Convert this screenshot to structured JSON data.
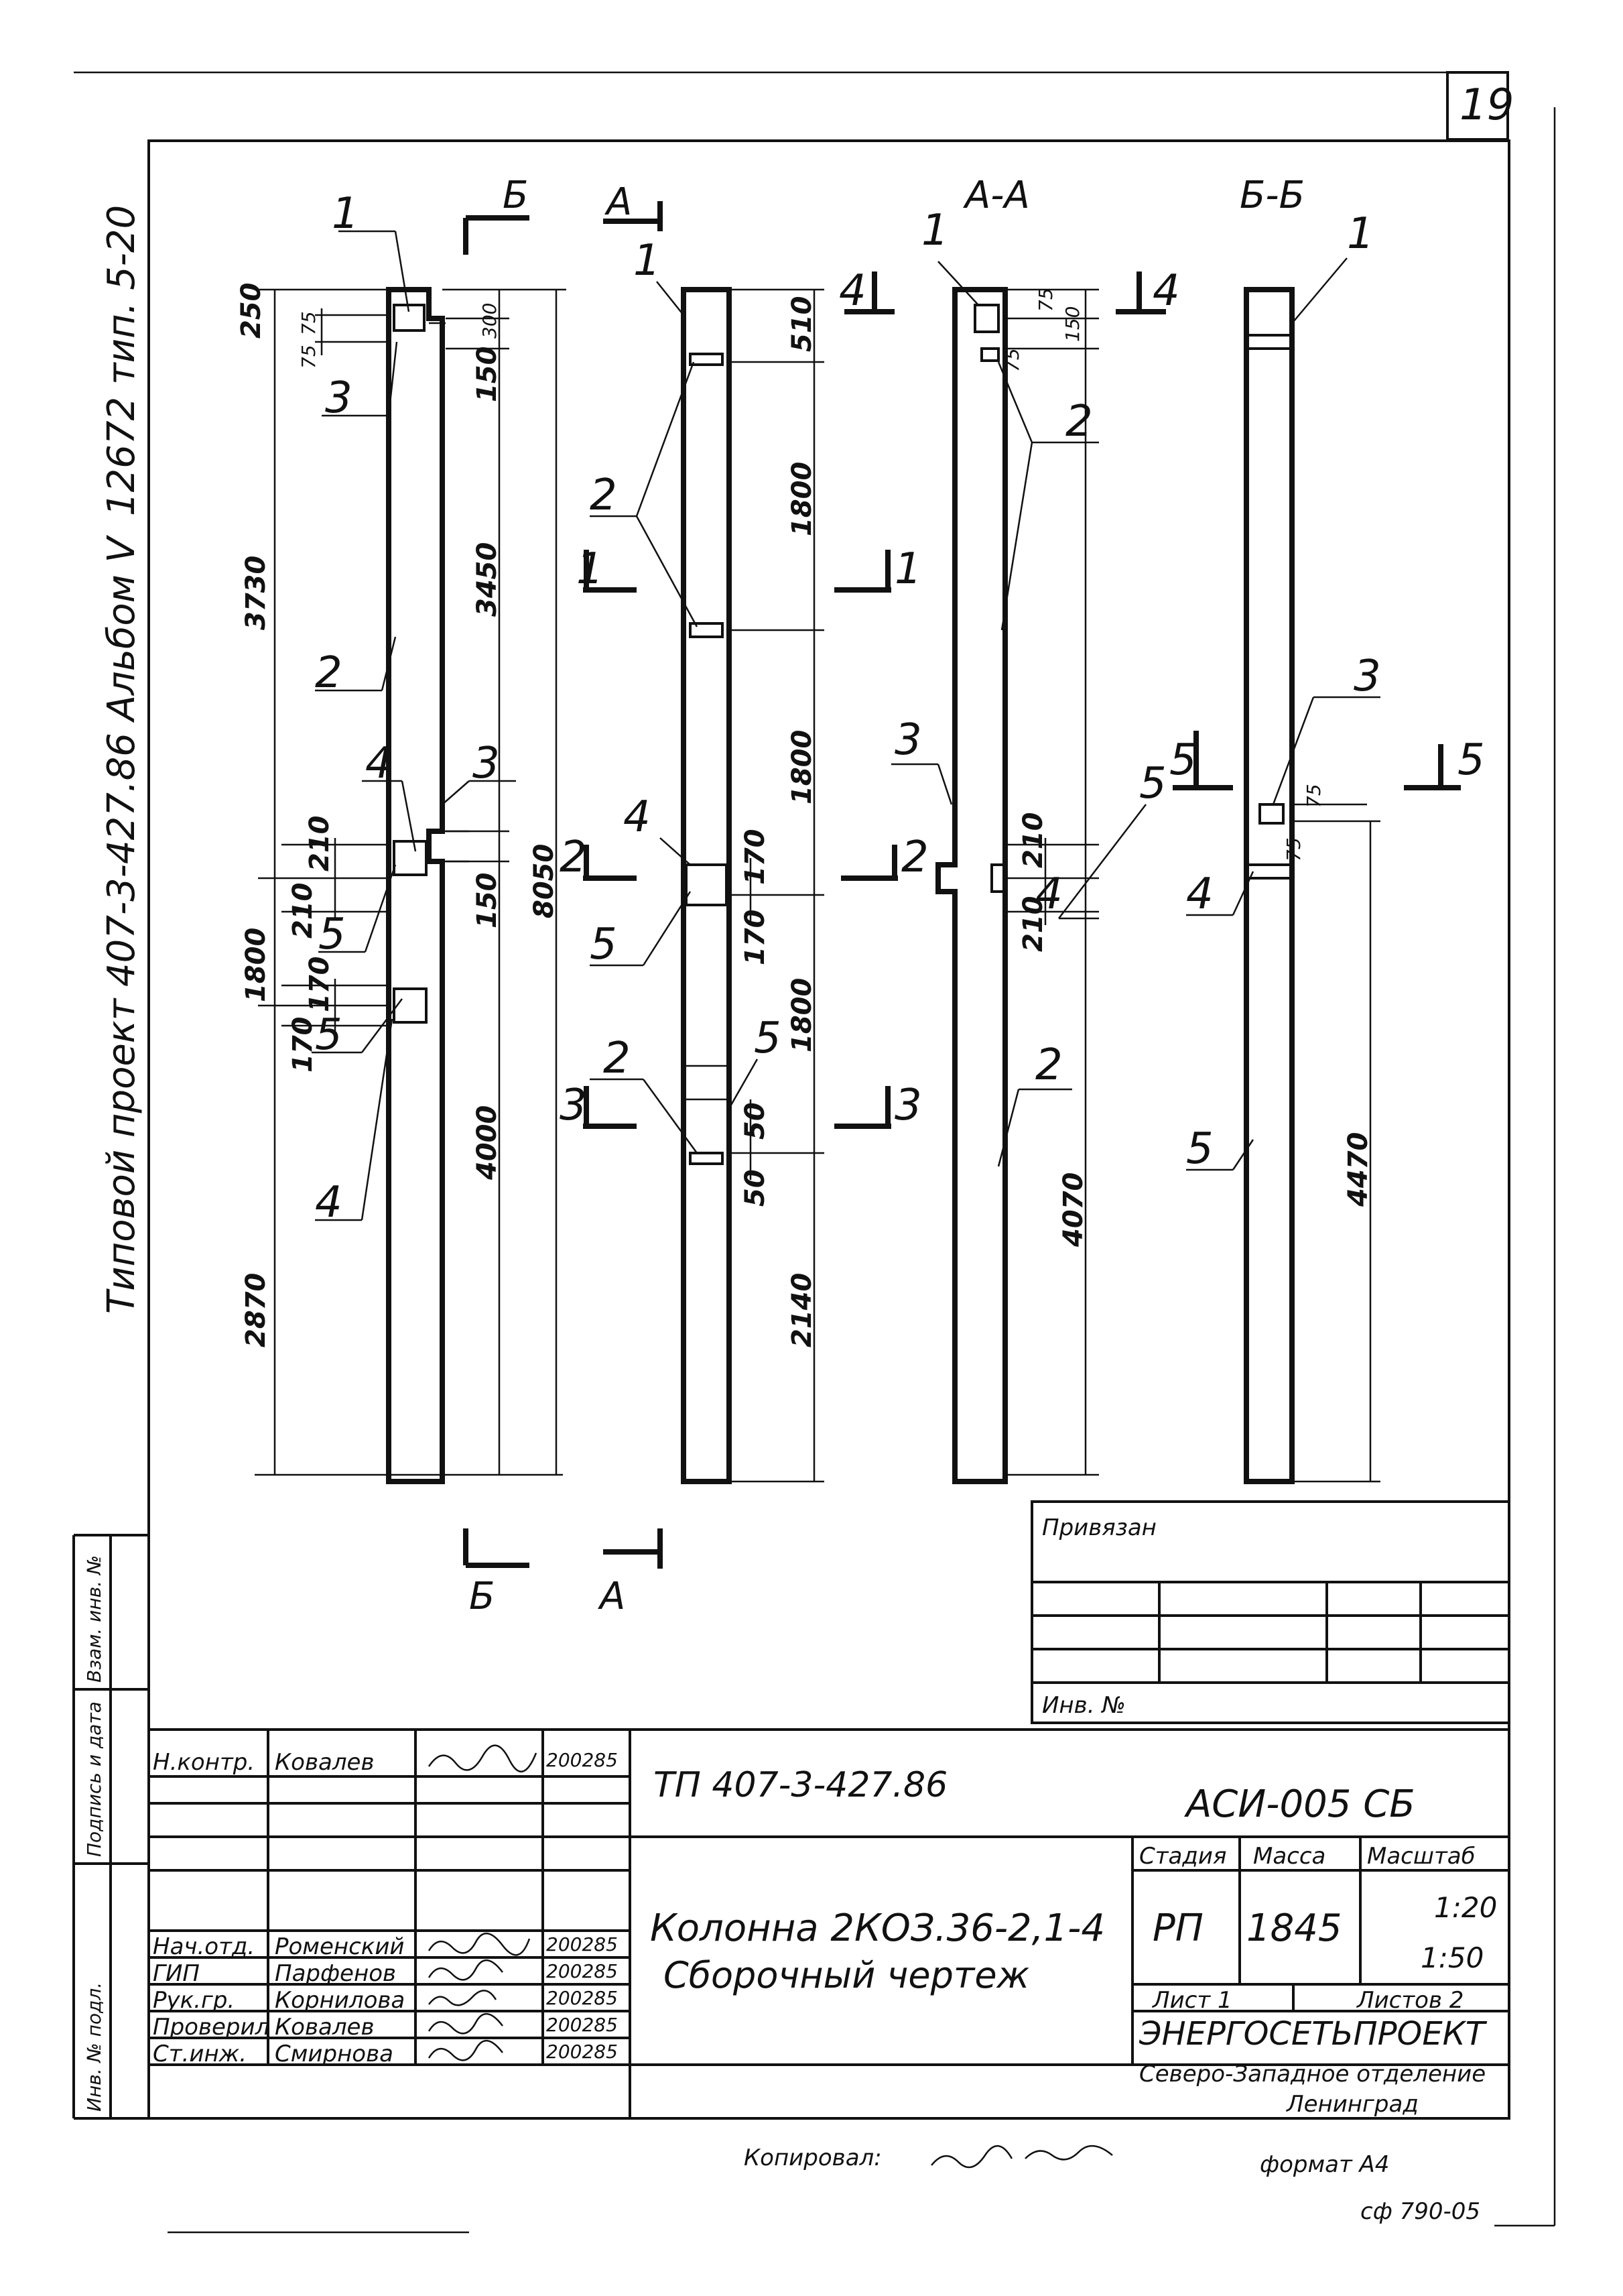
{
  "sheet": {
    "page_number": "19",
    "side_note": "Типовой проект 407-3-427.86 Альбом V",
    "side_code": "12672 тип. 5-20",
    "left_margin_labels": [
      "Инв. № подл.",
      "Подпись и дата",
      "Взам. инв. №"
    ]
  },
  "views": {
    "section_aa": "А-А",
    "section_bb": "Б-Б",
    "cut_a": "А",
    "cut_b": "Б",
    "marks": [
      "1",
      "2",
      "3",
      "4",
      "5"
    ]
  },
  "dims": {
    "v1_top": "250",
    "v1_75a": "75",
    "v1_75b": "75",
    "v1_3730": "3730",
    "v1_210a": "210",
    "v1_210b": "210",
    "v1_1800": "1800",
    "v1_170a": "170",
    "v1_170b": "170",
    "v1_2870": "2870",
    "v1_300": "300",
    "v1_150a": "150",
    "v1_3450": "3450",
    "v1_150b": "150",
    "v1_4000": "4000",
    "v1_8050": "8050",
    "v2_510": "510",
    "v2_1800a": "1800",
    "v2_1800b": "1800",
    "v2_170a": "170",
    "v2_170b": "170",
    "v2_1800c": "1800",
    "v2_50a": "50",
    "v2_50b": "50",
    "v2_2140": "2140",
    "v3_75": "75",
    "v3_150": "150",
    "v3_75b": "75",
    "v3_210a": "210",
    "v3_210b": "210",
    "v3_4070": "4070",
    "v4_75a": "75",
    "v4_75b": "75",
    "v4_4470": "4470"
  },
  "title_block": {
    "privyazan": "Привязан",
    "inv_no": "Инв. №",
    "project": "ТП 407-3-427.86",
    "code": "АСИ-005 СБ",
    "title_line1": "Колонна 2КОЗ.36-2,1-4",
    "title_line2": "Сборочный чертеж",
    "stage_header": "Стадия",
    "mass_header": "Масса",
    "scale_header": "Масштаб",
    "stage": "РП",
    "mass": "1845",
    "scale1": "1:20",
    "scale2": "1:50",
    "sheet_label": "Лист 1",
    "sheets_label": "Листов 2",
    "org": "ЭНЕРГОСЕТЬПРОЕКТ",
    "org_branch": "Северо-Западное отделение",
    "org_city": "Ленинград",
    "staff": [
      {
        "role": "Н.контр.",
        "name": "Ковалев",
        "date": "200285"
      },
      {
        "role": "Нач.отд.",
        "name": "Роменский",
        "date": "200285"
      },
      {
        "role": "ГИП",
        "name": "Парфенов",
        "date": "200285"
      },
      {
        "role": "Рук.гр.",
        "name": "Корнилова",
        "date": "200285"
      },
      {
        "role": "Проверил",
        "name": "Ковалев",
        "date": "200285"
      },
      {
        "role": "Ст.инж.",
        "name": "Смирнова",
        "date": "200285"
      }
    ]
  },
  "footer": {
    "copied": "Копировал:",
    "format": "формат А4",
    "code": "сф 790-05"
  }
}
